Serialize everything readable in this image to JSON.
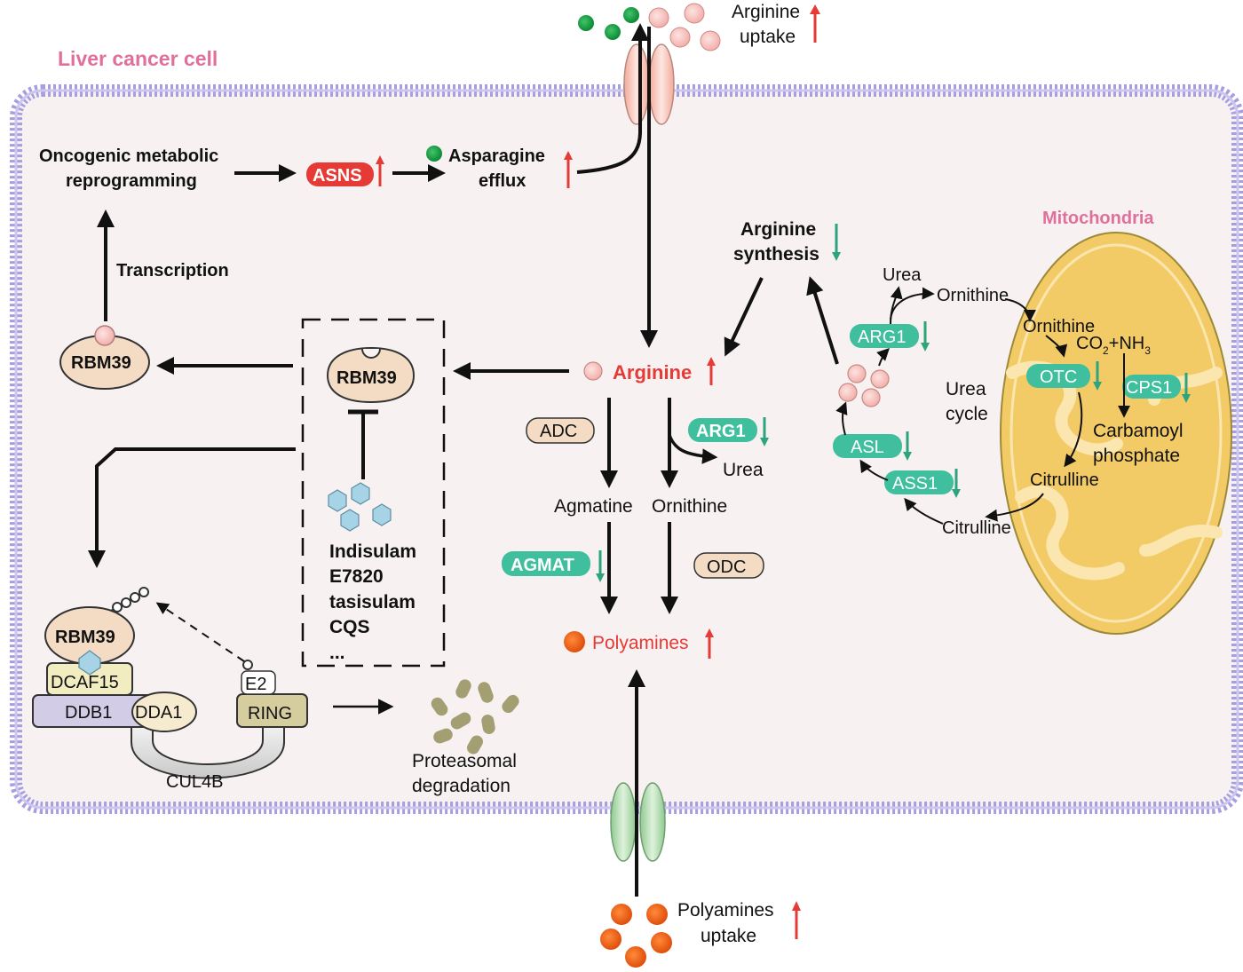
{
  "cell_label": "Liver cancer cell",
  "mitochondria_label": "Mitochondria",
  "arginine_uptake": {
    "line1": "Arginine",
    "line2": "uptake"
  },
  "polyamines_uptake": {
    "line1": "Polyamines",
    "line2": "uptake"
  },
  "reprogramming": {
    "line1": "Oncogenic metabolic",
    "line2": "reprogramming"
  },
  "asns": "ASNS",
  "asparagine_efflux": {
    "line1": "Asparagine",
    "line2": "efflux"
  },
  "transcription": "Transcription",
  "rbm39": "RBM39",
  "arginine": "Arginine",
  "arginine_synthesis": {
    "line1": "Arginine",
    "line2": "synthesis"
  },
  "drugs": [
    "Indisulam",
    "E7820",
    "tasisulam",
    "CQS",
    "..."
  ],
  "enzymes": {
    "adc": "ADC",
    "arg1": "ARG1",
    "agmat": "AGMAT",
    "odc": "ODC",
    "ass1": "ASS1",
    "asl": "ASL",
    "otc": "OTC",
    "cps1": "CPS1"
  },
  "metabolites": {
    "urea": "Urea",
    "agmatine": "Agmatine",
    "ornithine": "Ornithine",
    "polyamines": "Polyamines",
    "citrulline": "Citrulline",
    "co2_nh3": {
      "co": "CO",
      "sub2": "2",
      "plus_nh": "+NH",
      "sub3": "3"
    },
    "carbamoyl": {
      "line1": "Carbamoyl",
      "line2": "phosphate"
    }
  },
  "urea_cycle": {
    "line1": "Urea",
    "line2": "cycle"
  },
  "e3_complex": {
    "dcaf15": "DCAF15",
    "ddb1": "DDB1",
    "dda1": "DDA1",
    "e2": "E2",
    "ring": "RING",
    "cul4b": "CUL4B"
  },
  "proteasomal": {
    "line1": "Proteasomal",
    "line2": "degradation"
  },
  "colors": {
    "membrane": "#9b94d6",
    "cell_fill": "#f7f1f1",
    "teal": "#3fbf9d",
    "red": "#e53a35",
    "pink_label": "#e0709b",
    "beige": "#f3dcc3",
    "mito": "#f1c65d"
  }
}
